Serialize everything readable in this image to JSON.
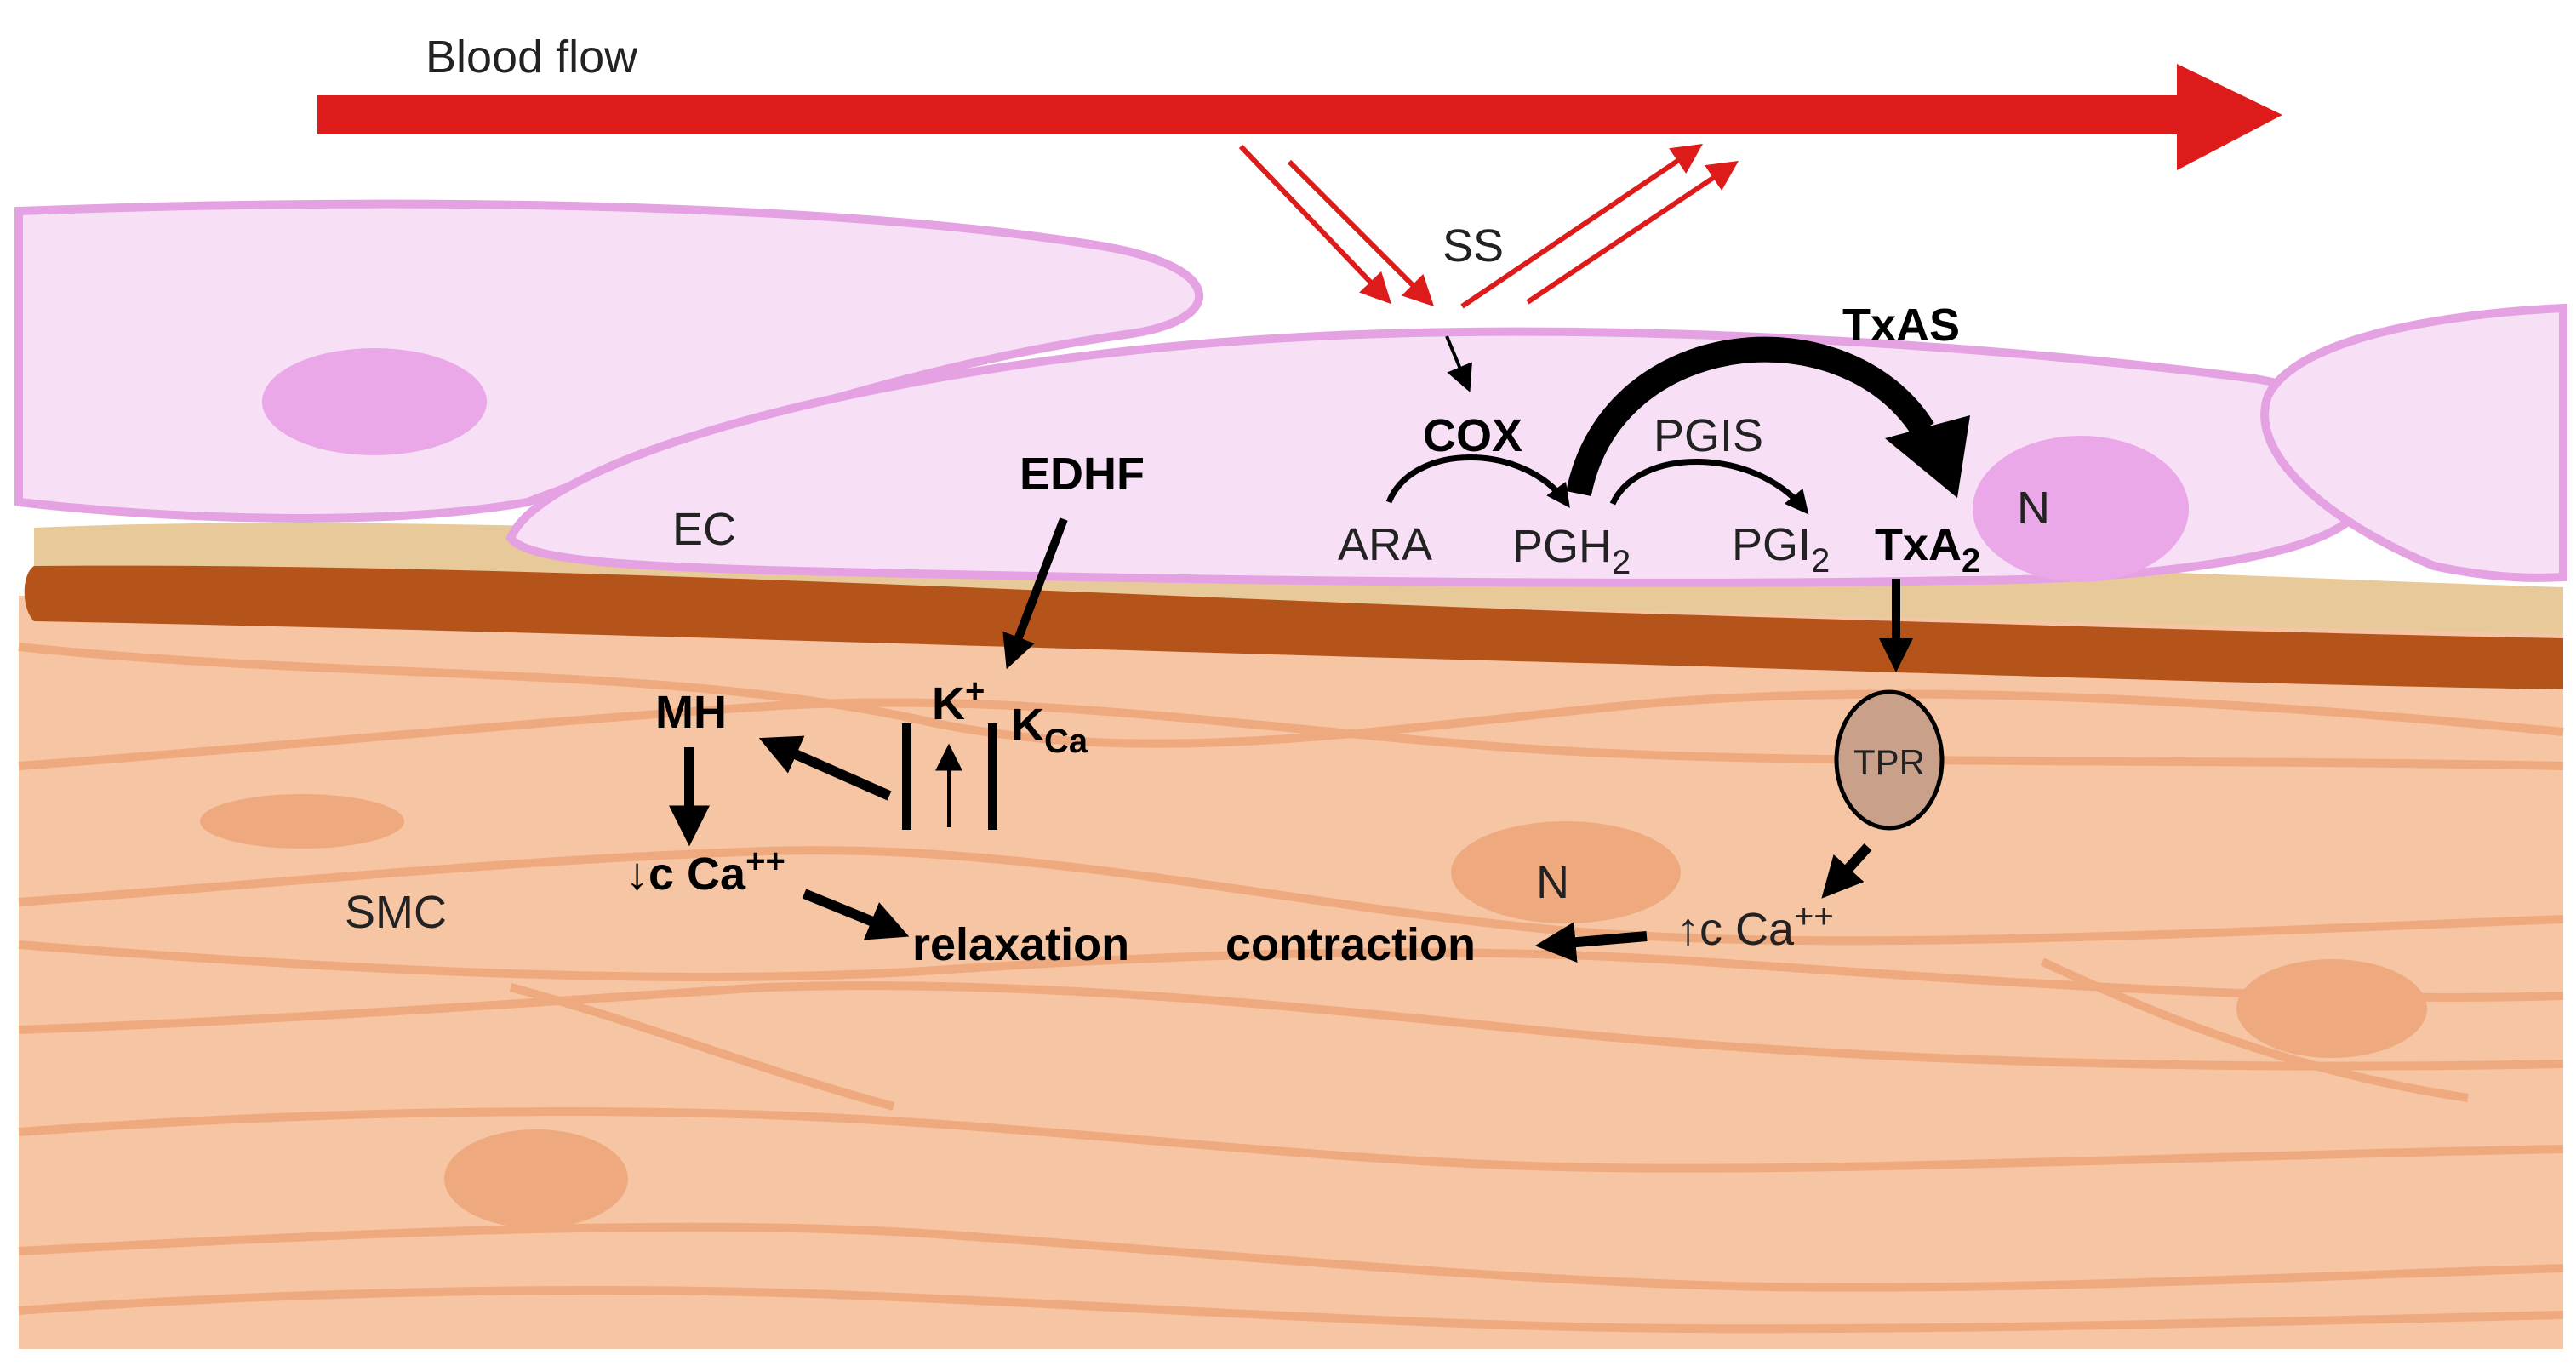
{
  "labels": {
    "blood_flow": "Blood flow",
    "ss": "SS",
    "txas": "TxAS",
    "cox": "COX",
    "pgis": "PGIS",
    "edhf": "EDHF",
    "ec": "EC",
    "ara": "ARA",
    "pgh_main": "PGH",
    "pgh_sub": "2",
    "pgi_main": "PGI",
    "pgi_sub": "2",
    "txa_main": "TxA",
    "txa_sub": "2",
    "n_ec": "N",
    "mh": "MH",
    "k_main": "K",
    "k_sup": "+",
    "kca_main": "K",
    "kca_sub": "Ca",
    "tpr": "TPR",
    "dec_ca_prefix": "↓c Ca",
    "dec_ca_sup": "++",
    "relaxation": "relaxation",
    "contraction": "contraction",
    "inc_ca_arrow": "↑",
    "inc_ca_main": "c Ca",
    "inc_ca_sup": "++",
    "n_smc": "N",
    "smc": "SMC"
  },
  "colors": {
    "blood_arrow": "#dd1b1b",
    "ec_fill": "#f7e0f6",
    "ec_outline": "#e4a2e2",
    "ec_nucleus": "#eaa8e8",
    "basement_light": "#e8c99a",
    "basement_dark": "#b5541a",
    "smc_fill": "#f5c5a4",
    "smc_lines": "#eeaa7e",
    "smc_nucleus": "#eeaa7e",
    "tpr_fill": "#c9a08a",
    "arrow": "#000000"
  }
}
